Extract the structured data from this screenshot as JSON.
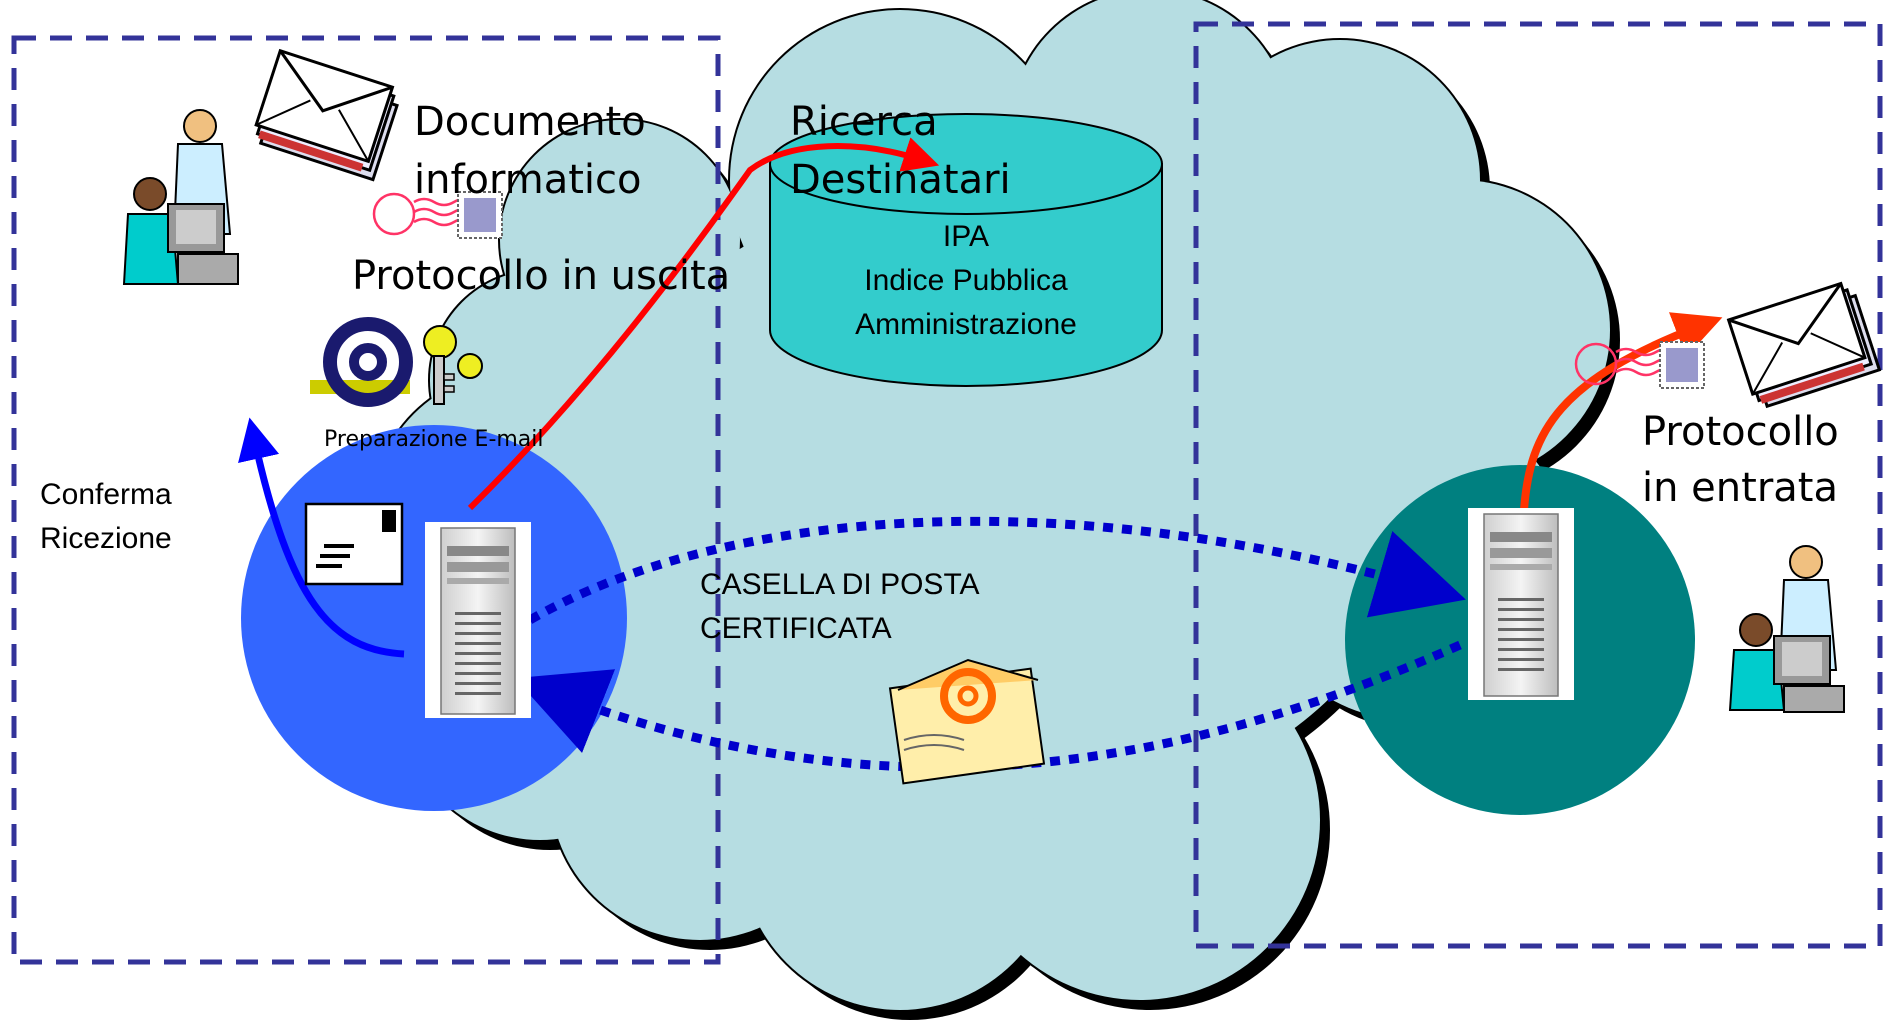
{
  "labels": {
    "documento": "Documento",
    "informatico": "informatico",
    "ricerca": "Ricerca",
    "destinatari": "Destinatari",
    "protocollo_uscita": "Protocollo in uscita",
    "preparazione_email": "Preparazione E-mail",
    "conferma": "Conferma",
    "ricezione": "Ricezione",
    "ipa": "IPA",
    "indice_pubblica": "Indice Pubblica",
    "amministrazione": "Amministrazione",
    "casella_1": "CASELLA DI POSTA",
    "casella_2": "CERTIFICATA",
    "protocollo": "Protocollo",
    "in_entrata": "in entrata"
  },
  "icons": {
    "envelope_stack": "envelope-stack-icon",
    "postage_stamp": "postage-stamp-icon",
    "office_workers": "office-workers-icon",
    "email_at_key": "email-at-key-icon",
    "server_tower": "server-tower-icon",
    "letter": "letter-icon",
    "email_envelope": "email-envelope-icon",
    "database": "database-cylinder-icon"
  },
  "colors": {
    "cloud_fill": "#b6dde2",
    "cloud_outline": "#000000",
    "sender_node": "#3366ff",
    "receiver_node": "#008080",
    "database_fill": "#33cccc",
    "dashed_border": "#333399",
    "dotted_flow": "#0000cc",
    "red_flow": "#ff0000",
    "blue_arrow": "#0000ff",
    "red_arrow_right": "#ff3300"
  }
}
